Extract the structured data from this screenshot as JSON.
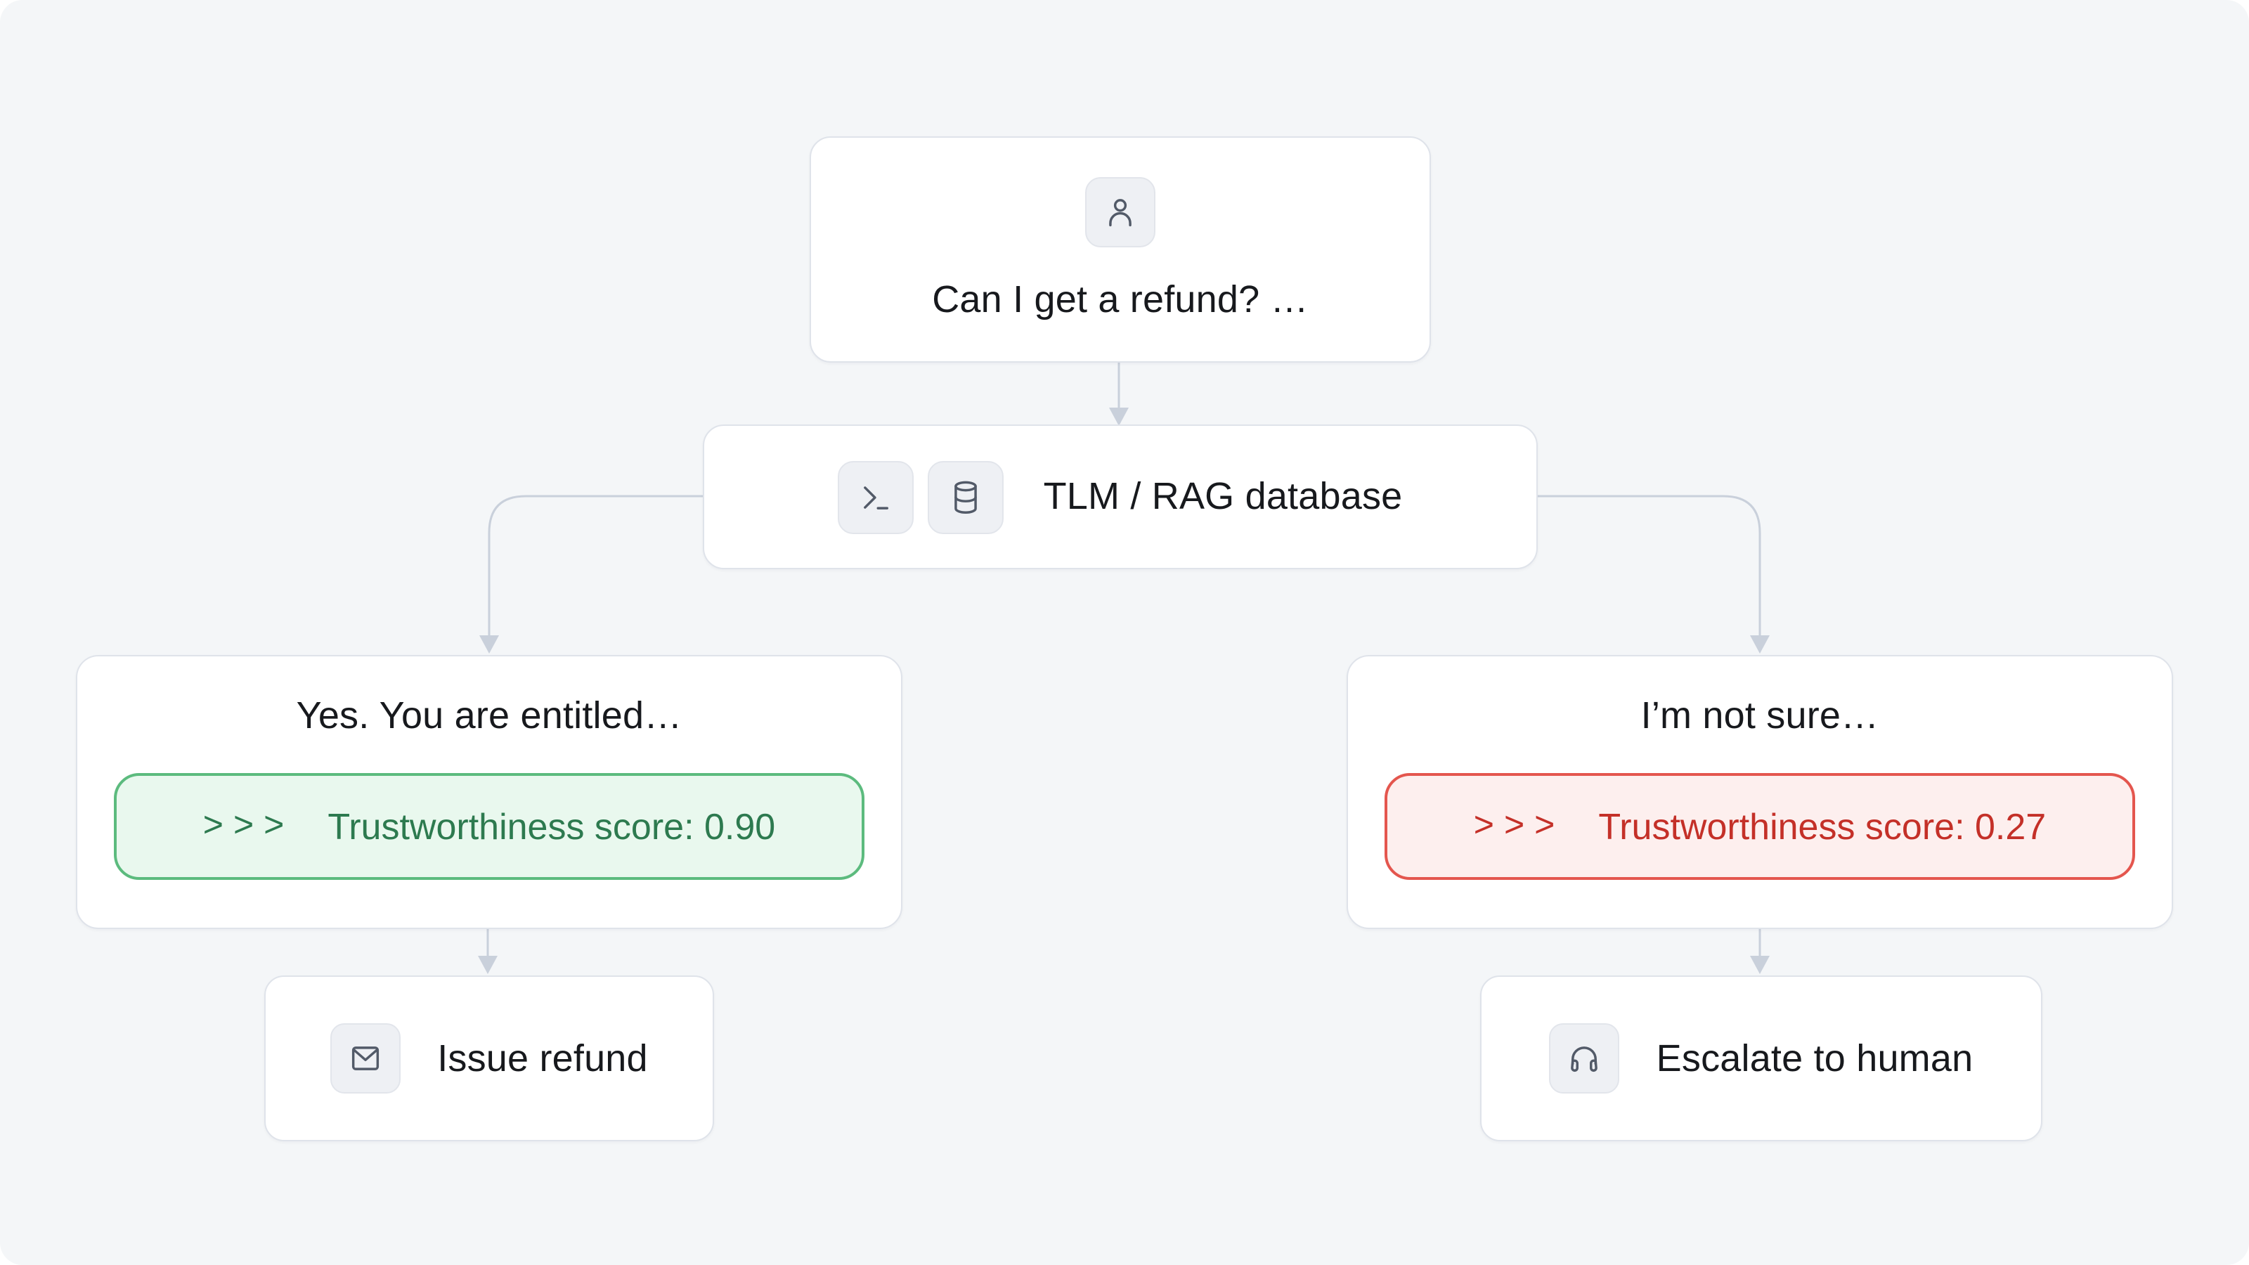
{
  "flow": {
    "user_query": {
      "label": "Can I get a refund? …",
      "icon": "user-icon"
    },
    "tlm": {
      "label": "TLM / RAG database",
      "icons": [
        "terminal-icon",
        "database-icon"
      ]
    },
    "answer_confident": {
      "label": "Yes. You are entitled…",
      "chevrons": ">>>",
      "score_text": "Trustworthiness score: 0.90",
      "score": 0.9
    },
    "answer_unsure": {
      "label": "I’m not sure…",
      "chevrons": ">>>",
      "score_text": "Trustworthiness score: 0.27",
      "score": 0.27
    },
    "action_refund": {
      "label": "Issue refund",
      "icon": "mail-icon"
    },
    "action_escalate": {
      "label": "Escalate to human",
      "icon": "headphones-icon"
    }
  },
  "colors": {
    "background": "#f4f6f8",
    "node_background": "#ffffff",
    "node_border": "#dfe3ea",
    "connector": "#c9d0db",
    "text": "#17191d",
    "icon": "#525a68",
    "chip_background": "#eef0f4",
    "green_text": "#2d7a4f",
    "green_border": "#5cbb7e",
    "green_background": "#e9f8ee",
    "red_text": "#c43028",
    "red_border": "#e4564e",
    "red_background": "#fdefee"
  }
}
